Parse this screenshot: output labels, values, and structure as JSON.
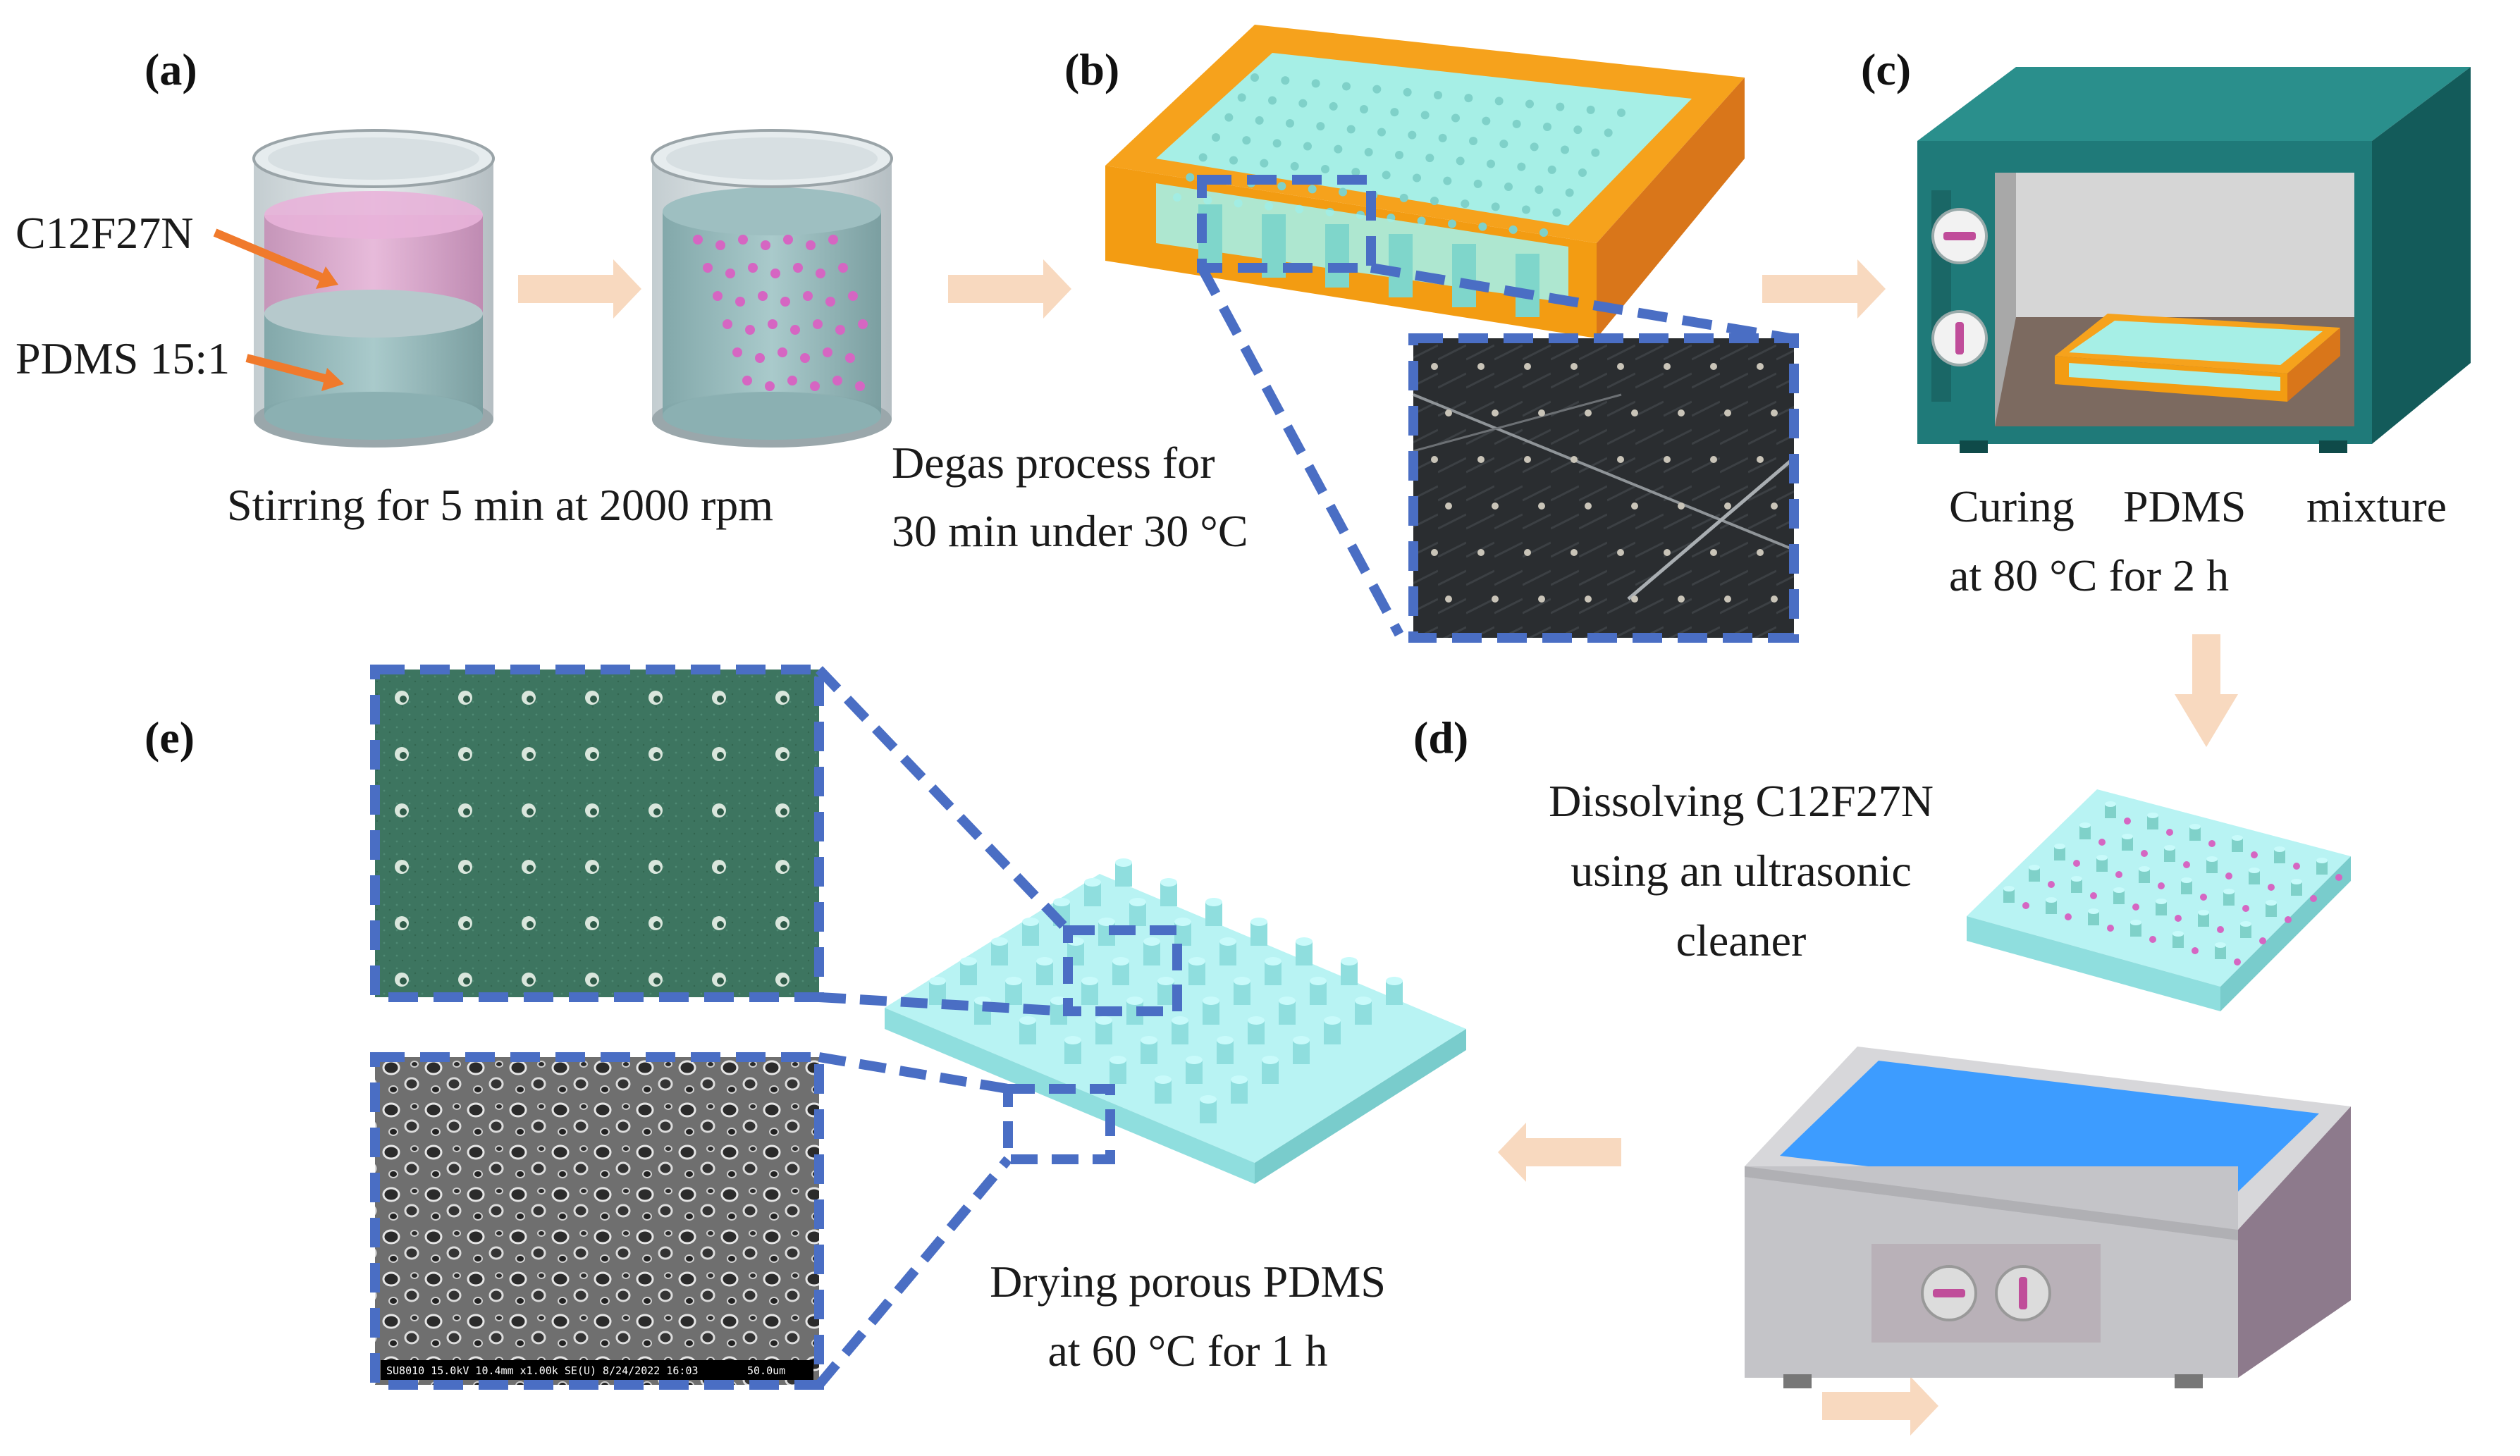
{
  "panel_labels": {
    "a": "(a)",
    "b": "(b)",
    "c": "(c)",
    "d": "(d)",
    "e": "(e)"
  },
  "captions": {
    "a": "Stirring for 5 min at 2000 rpm",
    "b_line1": "Degas process for",
    "b_line2": "30 min under 30 °C",
    "c_line1_word1": "Curing",
    "c_line1_word2": "PDMS",
    "c_line1_word3": "mixture",
    "c_line2": "at 80 °C for 2 h",
    "d_line1": "Dissolving C12F27N",
    "d_line2": "using an ultrasonic",
    "d_line3": "cleaner",
    "e_line1": "Drying porous PDMS",
    "e_line2": "at 60 °C for 1 h"
  },
  "annotations": {
    "top_layer": "C12F27N",
    "bottom_layer": "PDMS 15:1"
  },
  "sem_info": {
    "line": "SU8010 15.0kV 10.4mm x1.00k SE(U) 8/24/2022 16:03",
    "scale": "50.0um"
  },
  "colors": {
    "arrow": "#f8d9bf",
    "callout": "#4a6ec4",
    "mold_orange": "#f39c12",
    "pdms_cyan": "#a9f0f0",
    "oven_teal": "#1f7a79",
    "cleaner_gray": "#c4c4c8",
    "water_blue": "#3d9cff",
    "particle_pink": "#d566c2"
  }
}
